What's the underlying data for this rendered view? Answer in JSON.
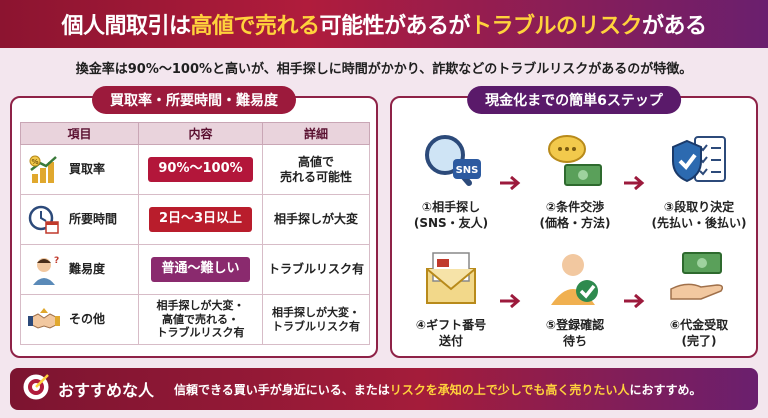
{
  "header": {
    "title_pre": "個人間取引は",
    "title_hl1": "高値で売れる",
    "title_mid": "可能性があるが",
    "title_hl2": "トラブルのリスク",
    "title_post": "がある"
  },
  "subtitle": "換金率は90%〜100%と高いが、相手探しに時間がかかり、詐欺などのトラブルリスクがあるのが特徴。",
  "left_panel": {
    "heading": "買取率・所要時間・難易度",
    "columns": [
      "項目",
      "内容",
      "詳細"
    ],
    "rows": [
      {
        "item": "買取率",
        "content": "90%〜100%",
        "detail": "高値で\n売れる可能性",
        "icon": "coin-growth-icon"
      },
      {
        "item": "所要時間",
        "content": "2日〜3日以上",
        "detail": "相手探しが大変",
        "icon": "clock-calendar-icon"
      },
      {
        "item": "難易度",
        "content": "普通〜難しい",
        "detail": "トラブルリスク有",
        "icon": "worried-person-icon"
      },
      {
        "item": "その他",
        "content": "相手探しが大変・\n高値で売れる・\nトラブルリスク有",
        "detail": "相手探しが大変・\nトラブルリスク有",
        "icon": "handshake-icon"
      }
    ]
  },
  "right_panel": {
    "heading": "現金化までの簡単6ステップ",
    "steps": [
      {
        "label": "①相手探し\n(SNS・友人)",
        "icon": "magnifier-sns-icon",
        "sns": "SNS"
      },
      {
        "label": "②条件交渉\n(価格・方法)",
        "icon": "chat-money-icon"
      },
      {
        "label": "③段取り決定\n(先払い・後払い)",
        "icon": "shield-checklist-icon"
      },
      {
        "label": "④ギフト番号\n送付",
        "icon": "envelope-giftcard-icon"
      },
      {
        "label": "⑤登録確認\n待ち",
        "icon": "user-check-icon"
      },
      {
        "label": "⑥代金受取\n(完了)",
        "icon": "hand-money-icon"
      }
    ]
  },
  "bottom": {
    "label": "おすすめな人",
    "text_pre": "信頼できる買い手が身近にいる、または",
    "text_hl": "リスクを承知の上で少しでも高く売りたい人",
    "text_post": "におすすめ。"
  }
}
